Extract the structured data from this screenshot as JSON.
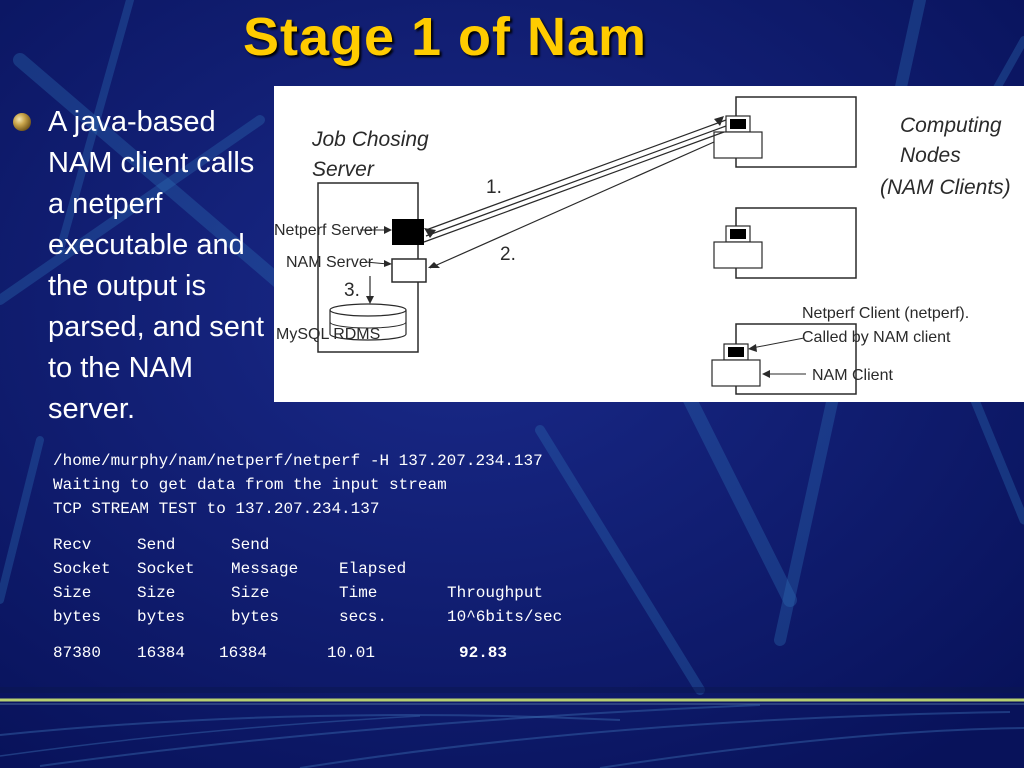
{
  "slide": {
    "title": "Stage 1 of Nam",
    "bullet": "A java-based NAM client calls a netperf executable and the output is parsed, and sent to the NAM server."
  },
  "diagram": {
    "server_title_line1": "Job Chosing",
    "server_title_line2": "Server",
    "nodes_title_line1": "Computing",
    "nodes_title_line2": "Nodes",
    "nodes_title_line3": "(NAM Clients)",
    "netperf_server_label": "Netperf Server",
    "nam_server_label": "NAM Server",
    "mysql_label": "MySQL RDMS",
    "step1": "1.",
    "step2": "2.",
    "step3": "3.",
    "netperf_client_line1": "Netperf Client (netperf).",
    "netperf_client_line2": "Called by NAM client",
    "nam_client_label": "NAM Client"
  },
  "console": {
    "lines": [
      "/home/murphy/nam/netperf/netperf -H 137.207.234.137",
      "Waiting to get data from the input stream",
      "TCP STREAM TEST to 137.207.234.137"
    ],
    "header_rows": [
      [
        "Recv",
        "Send",
        "Send",
        "",
        ""
      ],
      [
        "Socket",
        "Socket",
        "Message",
        "Elapsed",
        ""
      ],
      [
        "Size",
        "Size",
        "Size",
        "Time",
        "Throughput"
      ],
      [
        "bytes",
        "bytes",
        "bytes",
        "secs.",
        "10^6bits/sec"
      ]
    ],
    "result_row": [
      "87380",
      "16384",
      "16384",
      "10.01",
      "92.83"
    ]
  },
  "colors": {
    "background": "#0c1a6e",
    "title": "#ffcc00",
    "text": "#ffffff",
    "divider": "#b8d070"
  }
}
